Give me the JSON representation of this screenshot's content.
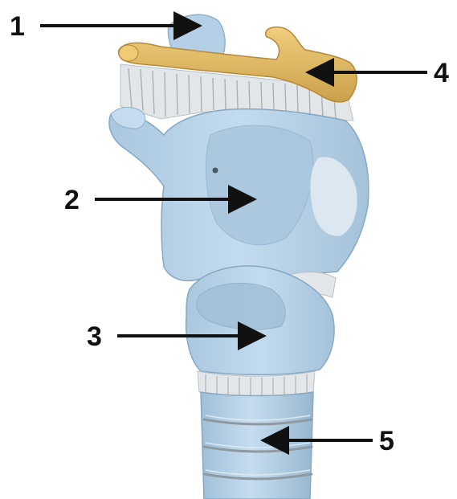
{
  "labels": [
    {
      "id": "label-1",
      "text": "1"
    },
    {
      "id": "label-2",
      "text": "2"
    },
    {
      "id": "label-3",
      "text": "3"
    },
    {
      "id": "label-4",
      "text": "4"
    },
    {
      "id": "label-5",
      "text": "5"
    }
  ],
  "colors": {
    "cartilage": "#b9d4e8",
    "cartilage_shadow": "#97b8d2",
    "cartilage_highlight": "#dbe9f4",
    "bone": "#e2b95a",
    "bone_shadow": "#c89a3c",
    "membrane": "#dfe3e6",
    "membrane_lines": "#a9b2b9",
    "arrow": "#111111"
  }
}
